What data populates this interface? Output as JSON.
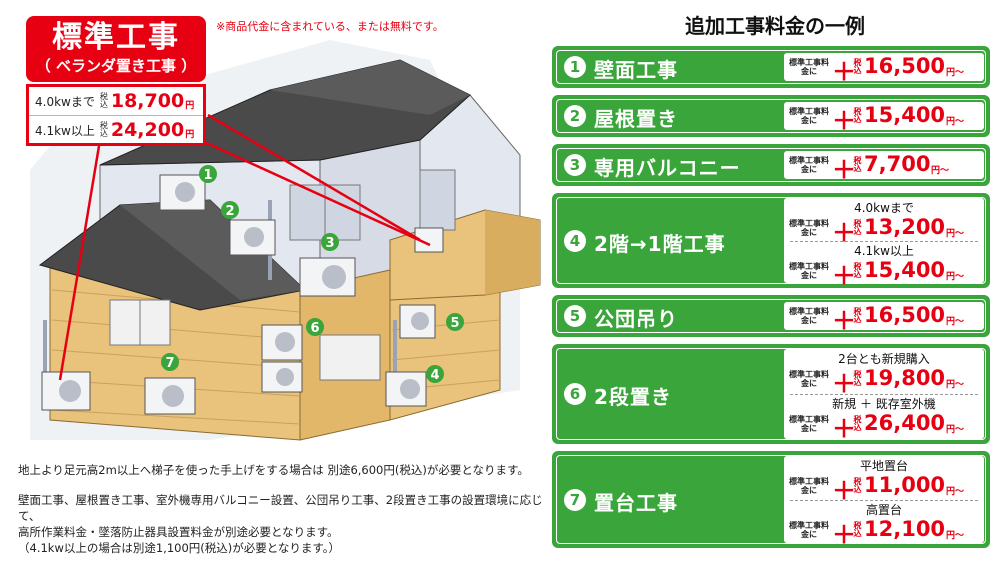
{
  "standard": {
    "title": "標準工事",
    "subtitle": "（ ベランダ置き工事 ）",
    "note": "※商品代金に含まれている、または無料です。",
    "tax_label": "税込",
    "yen": "円",
    "rows": [
      {
        "label": "4.0kwまで",
        "price": "18,700"
      },
      {
        "label": "4.1kw以上",
        "price": "24,200"
      }
    ]
  },
  "callouts": [
    "1",
    "2",
    "3",
    "4",
    "5",
    "6",
    "7"
  ],
  "notes": {
    "line1": "地上より足元高2m以上へ梯子を使った手上げをする場合は 別途6,600円(税込)が必要となります。",
    "line2": "壁面工事、屋根置き工事、室外機専用バルコニー設置、公団吊り工事、2段置き工事の設置環境に応じて、",
    "line3": "高所作業料金・墜落防止器具設置料金が別途必要となります。",
    "line4": "（4.1kw以上の場合は別途1,100円(税込)が必要となります。）"
  },
  "additional": {
    "title": "追加工事料金の一例",
    "cap": "標準工事料金に",
    "plus": "＋",
    "tax": "税込",
    "suffix": "円〜",
    "items": [
      {
        "num": "1",
        "label": "壁面工事",
        "prices": [
          {
            "sub": "",
            "amount": "16,500"
          }
        ]
      },
      {
        "num": "2",
        "label": "屋根置き",
        "prices": [
          {
            "sub": "",
            "amount": "15,400"
          }
        ]
      },
      {
        "num": "3",
        "label": "専用バルコニー",
        "prices": [
          {
            "sub": "",
            "amount": "7,700"
          }
        ]
      },
      {
        "num": "4",
        "label": "2階→1階工事",
        "prices": [
          {
            "sub": "4.0kwまで",
            "amount": "13,200"
          },
          {
            "sub": "4.1kw以上",
            "amount": "15,400"
          }
        ]
      },
      {
        "num": "5",
        "label": "公団吊り",
        "prices": [
          {
            "sub": "",
            "amount": "16,500"
          }
        ]
      },
      {
        "num": "6",
        "label": "2段置き",
        "prices": [
          {
            "sub": "2台とも新規購入",
            "amount": "19,800"
          },
          {
            "sub": "新規 ＋ 既存室外機",
            "amount": "26,400"
          }
        ]
      },
      {
        "num": "7",
        "label": "置台工事",
        "prices": [
          {
            "sub": "平地置台",
            "amount": "11,000"
          },
          {
            "sub": "高置台",
            "amount": "12,100"
          }
        ]
      }
    ]
  },
  "colors": {
    "red": "#e60012",
    "green": "#3aa53a"
  }
}
